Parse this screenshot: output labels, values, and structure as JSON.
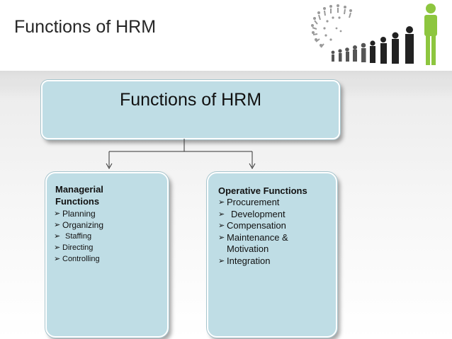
{
  "slide_title": "Functions of HRM",
  "top_box": {
    "title": "Functions of HRM"
  },
  "left_box": {
    "heading": "Managerial Functions",
    "items": [
      "Planning",
      "Organizing",
      "Staffing",
      "Directing",
      "Controlling"
    ]
  },
  "right_box": {
    "heading": "Operative Functions",
    "items": [
      "Procurement",
      "Development",
      "Compensation",
      "Maintenance & Motivation",
      "Integration"
    ]
  },
  "icons": {
    "bullet": "arrowhead-bullet",
    "decoration": "people-figures-graphic"
  },
  "colors": {
    "box_fill": "#bfdde5",
    "accent_figure": "#8dc63f",
    "figure_dark": "#222222"
  }
}
